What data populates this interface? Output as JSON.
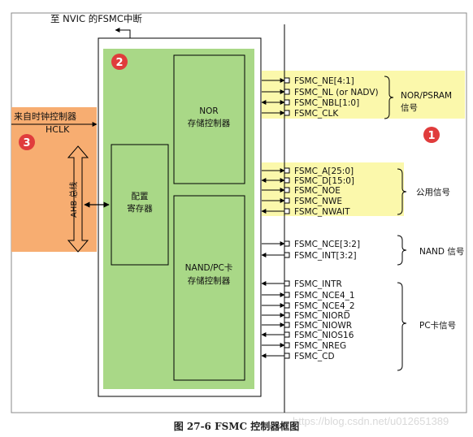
{
  "top_label": "至 NVIC 的FSMC中断",
  "clock": {
    "title": "来自时钟控制器",
    "hclk": "HCLK"
  },
  "bus_label": "AHB 总线",
  "badges": {
    "one": "1",
    "two": "2",
    "three": "3"
  },
  "blocks": {
    "config": [
      "配置",
      "寄存器"
    ],
    "nor": [
      "NOR",
      "存储控制器"
    ],
    "nand": [
      "NAND/PC卡",
      "存储控制器"
    ]
  },
  "signals": {
    "nor": [
      "FSMC_NE[4:1]",
      "FSMC_NL (or NADV)",
      "FSMC_NBL[1:0]",
      "FSMC_CLK"
    ],
    "common": [
      "FSMC_A[25:0]",
      "FSMC_D[15:0]",
      "FSMC_NOE",
      "FSMC_NWE",
      "FSMC_NWAIT"
    ],
    "nand": [
      "FSMC_NCE[3:2]",
      "FSMC_INT[3:2]"
    ],
    "pc": [
      "FSMC_INTR",
      "FSMC_NCE4_1",
      "FSMC_NCE4_2",
      "FSMC_NIORD",
      "FSMC_NIOWR",
      "FSMC_NIOS16",
      "FSMC_NREG",
      "FSMC_CD"
    ]
  },
  "groups": {
    "nor": [
      "NOR/PSRAM",
      "信号"
    ],
    "common": "公用信号",
    "nand": "NAND 信号",
    "pc": "PC卡信号"
  },
  "caption": "图 27-6 FSMC 控制器框图",
  "watermark": "https://blog.csdn.net/u012651389",
  "colors": {
    "green": "#a9d887",
    "yellow": "#fbf8ab",
    "orange": "#f7ad71",
    "badge": "#e03c3c"
  }
}
